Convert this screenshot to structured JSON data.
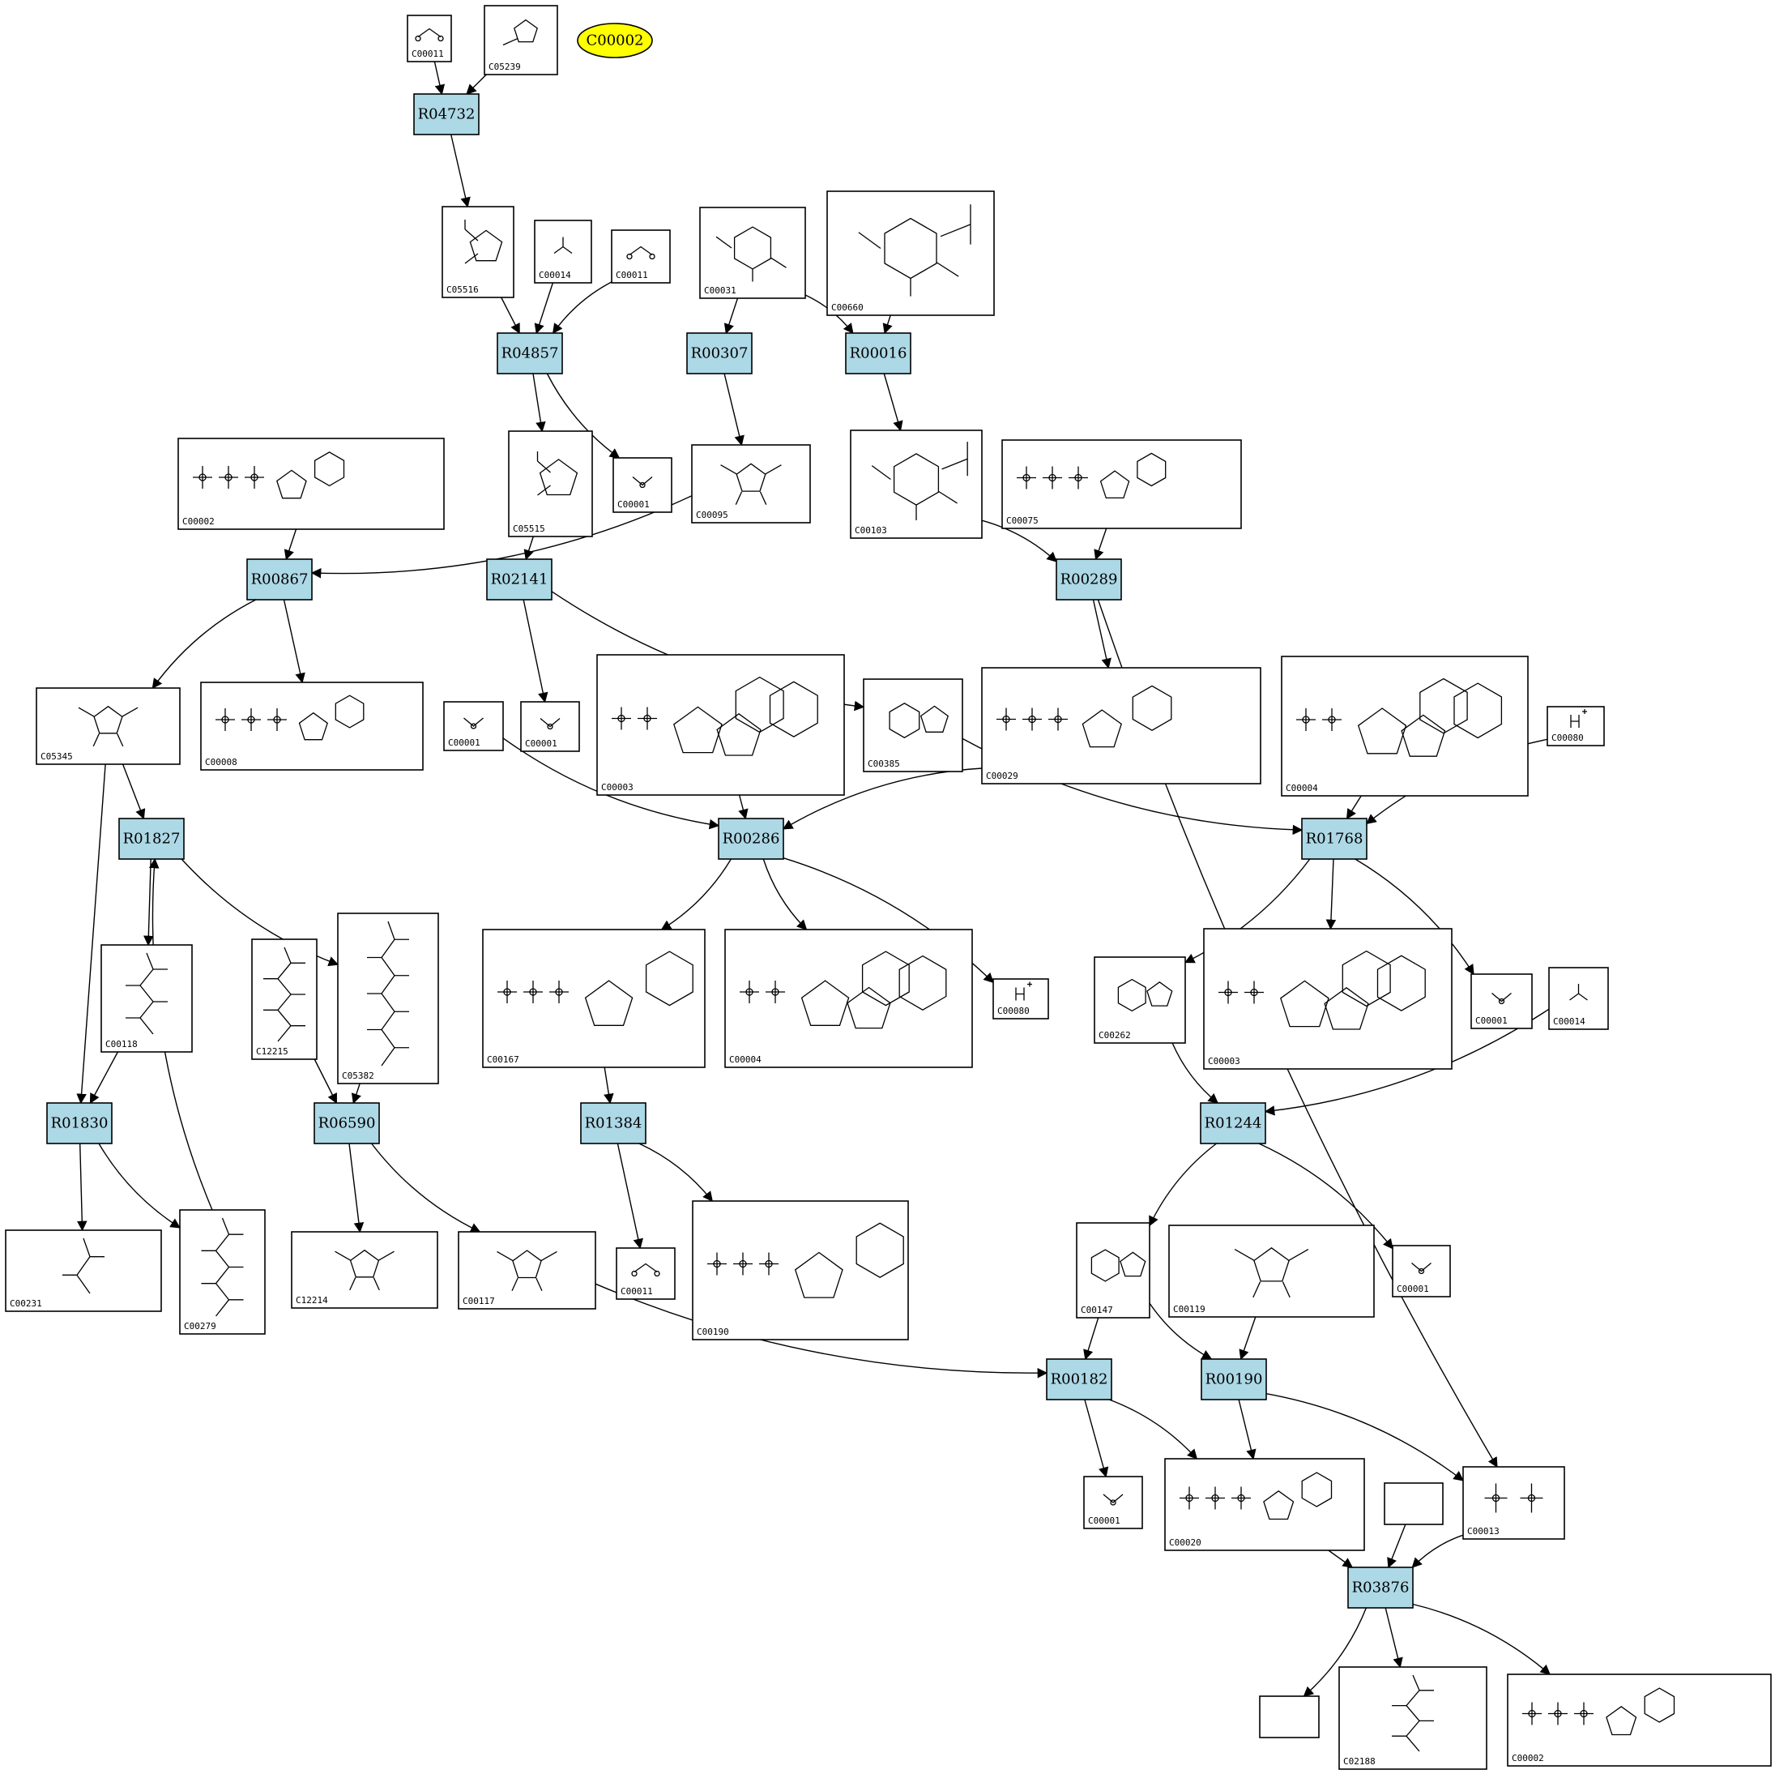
{
  "highlight": {
    "id": "C00002",
    "color": "#ffff00"
  },
  "reactions": [
    {
      "id": "R04732"
    },
    {
      "id": "R04857"
    },
    {
      "id": "R00307"
    },
    {
      "id": "R00016"
    },
    {
      "id": "R00867"
    },
    {
      "id": "R02141"
    },
    {
      "id": "R00289"
    },
    {
      "id": "R01827"
    },
    {
      "id": "R00286"
    },
    {
      "id": "R01768"
    },
    {
      "id": "R01830"
    },
    {
      "id": "R06590"
    },
    {
      "id": "R01384"
    },
    {
      "id": "R01244"
    },
    {
      "id": "R00182"
    },
    {
      "id": "R00190"
    },
    {
      "id": "R03876"
    }
  ],
  "compounds": [
    {
      "key": "a",
      "id": "C00011",
      "glyph": "co2"
    },
    {
      "key": "b",
      "id": "C05239",
      "glyph": "imidazole"
    },
    {
      "key": "c",
      "id": "C05516",
      "glyph": "ring"
    },
    {
      "key": "d",
      "id": "C00014",
      "glyph": "nh3"
    },
    {
      "key": "e",
      "id": "C00011",
      "glyph": "co2"
    },
    {
      "key": "f",
      "id": "C00031",
      "glyph": "sugar"
    },
    {
      "key": "g",
      "id": "C00660",
      "glyph": "sugar-p"
    },
    {
      "key": "h",
      "id": "C00002",
      "glyph": "nucleotide"
    },
    {
      "key": "i",
      "id": "C05515",
      "glyph": "ring"
    },
    {
      "key": "j",
      "id": "C00001",
      "glyph": "water"
    },
    {
      "key": "k",
      "id": "C00095",
      "glyph": "furanose"
    },
    {
      "key": "l",
      "id": "C00103",
      "glyph": "sugar-p"
    },
    {
      "key": "m",
      "id": "C00075",
      "glyph": "nucleotide"
    },
    {
      "key": "n",
      "id": "C05345",
      "glyph": "furanose"
    },
    {
      "key": "o",
      "id": "C00008",
      "glyph": "nucleotide"
    },
    {
      "key": "p",
      "id": "C00001",
      "glyph": "water"
    },
    {
      "key": "q",
      "id": "C00001",
      "glyph": "water"
    },
    {
      "key": "r",
      "id": "C00003",
      "glyph": "dinucleotide"
    },
    {
      "key": "s",
      "id": "C00385",
      "glyph": "purine"
    },
    {
      "key": "t",
      "id": "C00029",
      "glyph": "nucleotide"
    },
    {
      "key": "u",
      "id": "C00004",
      "glyph": "dinucleotide"
    },
    {
      "key": "v",
      "id": "C00080",
      "glyph": "proton"
    },
    {
      "key": "w",
      "id": "C00118",
      "glyph": "chain"
    },
    {
      "key": "x",
      "id": "C12215",
      "glyph": "chain"
    },
    {
      "key": "y",
      "id": "C05382",
      "glyph": "chain"
    },
    {
      "key": "z",
      "id": "C00167",
      "glyph": "nucleotide"
    },
    {
      "key": "aa",
      "id": "C00004",
      "glyph": "dinucleotide"
    },
    {
      "key": "ab",
      "id": "C00080",
      "glyph": "proton"
    },
    {
      "key": "ac",
      "id": "C00262",
      "glyph": "purine"
    },
    {
      "key": "ad",
      "id": "C00003",
      "glyph": "dinucleotide"
    },
    {
      "key": "ae",
      "id": "C00001",
      "glyph": "water"
    },
    {
      "key": "af",
      "id": "C00014",
      "glyph": "nh3"
    },
    {
      "key": "ag",
      "id": "C00231",
      "glyph": "chain"
    },
    {
      "key": "ah",
      "id": "C00279",
      "glyph": "chain"
    },
    {
      "key": "ai",
      "id": "C12214",
      "glyph": "furanose"
    },
    {
      "key": "aj",
      "id": "C00117",
      "glyph": "furanose"
    },
    {
      "key": "ak",
      "id": "C00011",
      "glyph": "co2"
    },
    {
      "key": "al",
      "id": "C00190",
      "glyph": "nucleotide"
    },
    {
      "key": "am",
      "id": "C00147",
      "glyph": "purine"
    },
    {
      "key": "an",
      "id": "C00119",
      "glyph": "furanose"
    },
    {
      "key": "ao",
      "id": "C00001",
      "glyph": "water"
    },
    {
      "key": "ap",
      "id": "C00001",
      "glyph": "water"
    },
    {
      "key": "aq",
      "id": "C00020",
      "glyph": "nucleotide"
    },
    {
      "key": "ar",
      "id": "",
      "glyph": "none"
    },
    {
      "key": "as",
      "id": "C00013",
      "glyph": "ppi"
    },
    {
      "key": "at",
      "id": "",
      "glyph": "none"
    },
    {
      "key": "au",
      "id": "C02188",
      "glyph": "chain"
    },
    {
      "key": "av",
      "id": "C00002",
      "glyph": "nucleotide"
    }
  ],
  "edges": [
    [
      "a",
      "R04732"
    ],
    [
      "b",
      "R04732"
    ],
    [
      "R04732",
      "c"
    ],
    [
      "c",
      "R04857"
    ],
    [
      "d",
      "R04857"
    ],
    [
      "e",
      "R04857"
    ],
    [
      "R04857",
      "i"
    ],
    [
      "R04857",
      "j"
    ],
    [
      "f",
      "R00307"
    ],
    [
      "R00307",
      "k"
    ],
    [
      "f",
      "R00016"
    ],
    [
      "g",
      "R00016"
    ],
    [
      "R00016",
      "l"
    ],
    [
      "h",
      "R00867"
    ],
    [
      "k",
      "R00867"
    ],
    [
      "R00867",
      "n"
    ],
    [
      "R00867",
      "o"
    ],
    [
      "i",
      "R02141"
    ],
    [
      "R02141",
      "q"
    ],
    [
      "R02141",
      "s"
    ],
    [
      "l",
      "R00289"
    ],
    [
      "m",
      "R00289"
    ],
    [
      "R00289",
      "t"
    ],
    [
      "R00289",
      "as"
    ],
    [
      "n",
      "R01827"
    ],
    [
      "n",
      "R01830"
    ],
    [
      "R01827",
      "w"
    ],
    [
      "R01827",
      "y"
    ],
    [
      "ah",
      "R01827"
    ],
    [
      "p",
      "R00286"
    ],
    [
      "r",
      "R00286"
    ],
    [
      "t",
      "R00286"
    ],
    [
      "R00286",
      "z"
    ],
    [
      "R00286",
      "aa"
    ],
    [
      "R00286",
      "ab"
    ],
    [
      "s",
      "R01768"
    ],
    [
      "u",
      "R01768"
    ],
    [
      "v",
      "R01768"
    ],
    [
      "R01768",
      "ac"
    ],
    [
      "R01768",
      "ad"
    ],
    [
      "R01768",
      "ae"
    ],
    [
      "w",
      "R01830"
    ],
    [
      "R01830",
      "ag"
    ],
    [
      "R01830",
      "ah"
    ],
    [
      "x",
      "R06590"
    ],
    [
      "y",
      "R06590"
    ],
    [
      "R06590",
      "ai"
    ],
    [
      "R06590",
      "aj"
    ],
    [
      "z",
      "R01384"
    ],
    [
      "R01384",
      "ak"
    ],
    [
      "R01384",
      "al"
    ],
    [
      "ac",
      "R01244"
    ],
    [
      "af",
      "R01244"
    ],
    [
      "R01244",
      "am"
    ],
    [
      "R01244",
      "ao"
    ],
    [
      "aj",
      "R00182"
    ],
    [
      "am",
      "R00182"
    ],
    [
      "R00182",
      "ap"
    ],
    [
      "R00182",
      "aq"
    ],
    [
      "am",
      "R00190"
    ],
    [
      "an",
      "R00190"
    ],
    [
      "R00190",
      "aq"
    ],
    [
      "R00190",
      "as"
    ],
    [
      "aq",
      "R03876"
    ],
    [
      "ar",
      "R03876"
    ],
    [
      "as",
      "R03876"
    ],
    [
      "R03876",
      "at"
    ],
    [
      "R03876",
      "au"
    ],
    [
      "R03876",
      "av"
    ]
  ]
}
